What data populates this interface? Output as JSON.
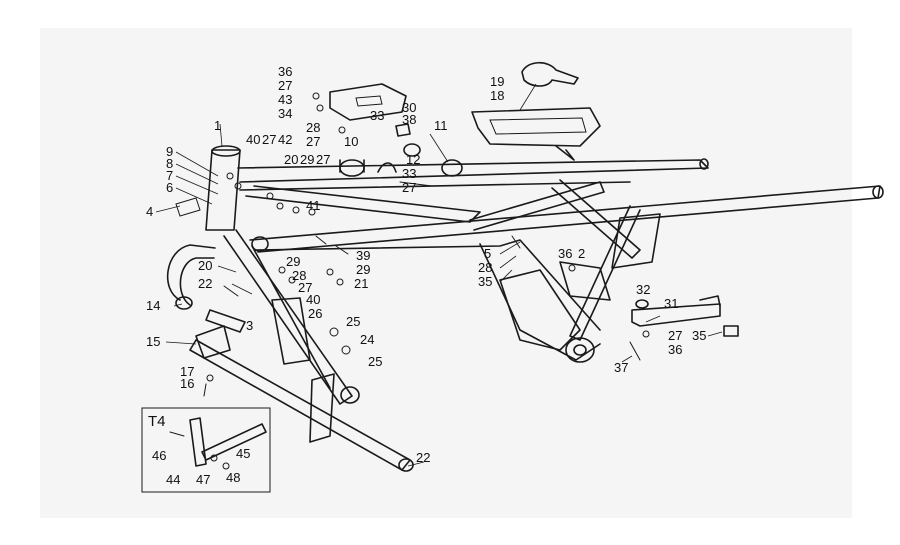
{
  "colors": {
    "line": "#1a1a1a",
    "background": "#f5f5f5",
    "page": "#ffffff"
  },
  "inset": {
    "title": "T4"
  },
  "callouts": {
    "c1": "1",
    "c2": "2",
    "c3": "3",
    "c4": "4",
    "c5": "5",
    "c6": "6",
    "c7": "7",
    "c8": "8",
    "c9": "9",
    "c10": "10",
    "c11": "11",
    "c12": "12",
    "c14": "14",
    "c15": "15",
    "c16": "16",
    "c17": "17",
    "c18": "18",
    "c19": "19",
    "c20a": "20",
    "c20b": "20",
    "c21": "21",
    "c22a": "22",
    "c22b": "22",
    "c24": "24",
    "c25a": "25",
    "c25b": "25",
    "c26": "26",
    "c27a": "27",
    "c27b": "27",
    "c27c": "27",
    "c27d": "27",
    "c27e": "27",
    "c27f": "27",
    "c28a": "28",
    "c28b": "28",
    "c28c": "28",
    "c29a": "29",
    "c29b": "29",
    "c29c": "29",
    "c30": "30",
    "c31": "31",
    "c32": "32",
    "c33a": "33",
    "c33b": "33",
    "c34": "34",
    "c35a": "35",
    "c35b": "35",
    "c36a": "36",
    "c36b": "36",
    "c36c": "36",
    "c37": "37",
    "c38": "38",
    "c39": "39",
    "c40a": "40",
    "c40b": "40",
    "c41": "41",
    "c42": "42",
    "c43": "43",
    "c44": "44",
    "c45": "45",
    "c46": "46",
    "c47": "47",
    "c48": "48"
  }
}
